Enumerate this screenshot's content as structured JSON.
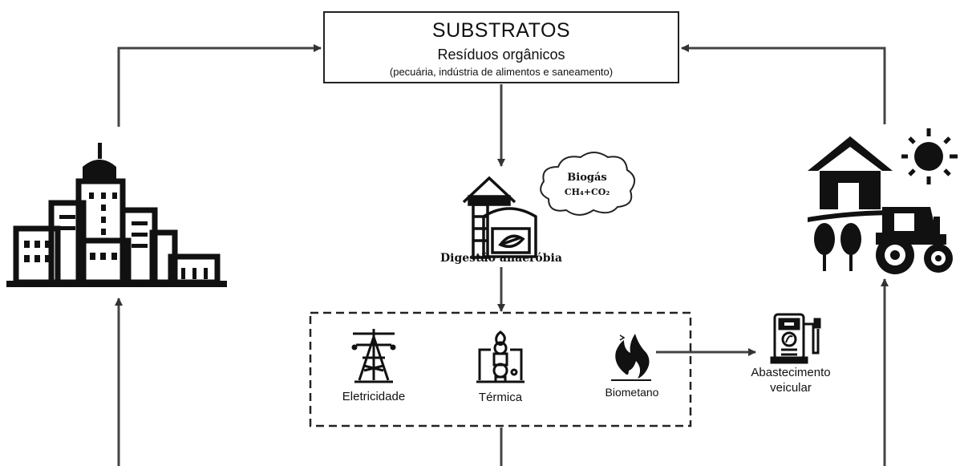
{
  "substrates": {
    "title": "SUBSTRATOS",
    "subtitle": "Resíduos orgânicos",
    "detail": "(pecuária, indústria de alimentos e saneamento)"
  },
  "digestion": {
    "label": "Digestão anaeróbia",
    "gas_label": "Biogás",
    "gas_formula": "CH₄+CO₂"
  },
  "products": [
    {
      "label": "Eletricidade",
      "icon": "power-tower-icon"
    },
    {
      "label": "Térmica",
      "icon": "boiler-icon"
    },
    {
      "label": "Biometano",
      "icon": "flame-icon"
    }
  ],
  "application": {
    "label_line1": "Abastecimento",
    "label_line2": "veicular",
    "icon": "fuel-pump-icon"
  },
  "colors": {
    "stroke": "#222222",
    "icon": "#111111",
    "background": "#ffffff"
  }
}
